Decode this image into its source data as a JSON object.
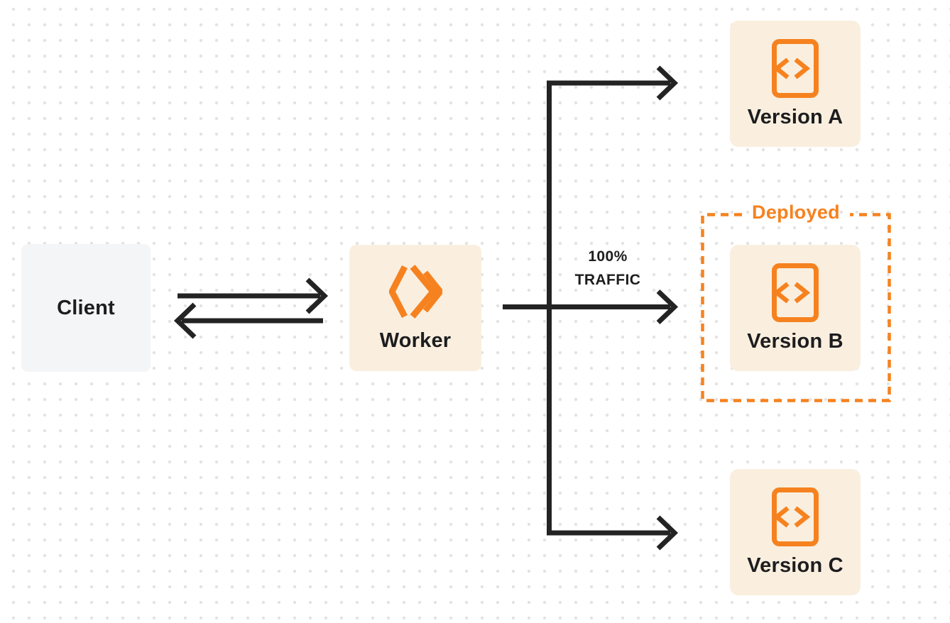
{
  "nodes": {
    "client": {
      "label": "Client"
    },
    "worker": {
      "label": "Worker"
    },
    "versions": [
      {
        "label": "Version A"
      },
      {
        "label": "Version B"
      },
      {
        "label": "Version C"
      }
    ]
  },
  "deployed_group": {
    "label": "Deployed"
  },
  "traffic": {
    "line1": "100%",
    "line2": "TRAFFIC"
  },
  "edges": {
    "client_worker": "bidirectional",
    "worker_to_versions": [
      "Version A",
      "Version B",
      "Version C"
    ],
    "traffic_target": "Version B"
  },
  "colors": {
    "accent_orange": "#f6821f",
    "node_cream": "#faefdf",
    "client_gray": "#f4f5f6",
    "arrow_dark": "#232323",
    "label_text": "#1d1d1f",
    "dot_grid": "#e3e3e3"
  },
  "icons": {
    "worker": "workers-logo-icon",
    "version": "code-file-icon"
  }
}
